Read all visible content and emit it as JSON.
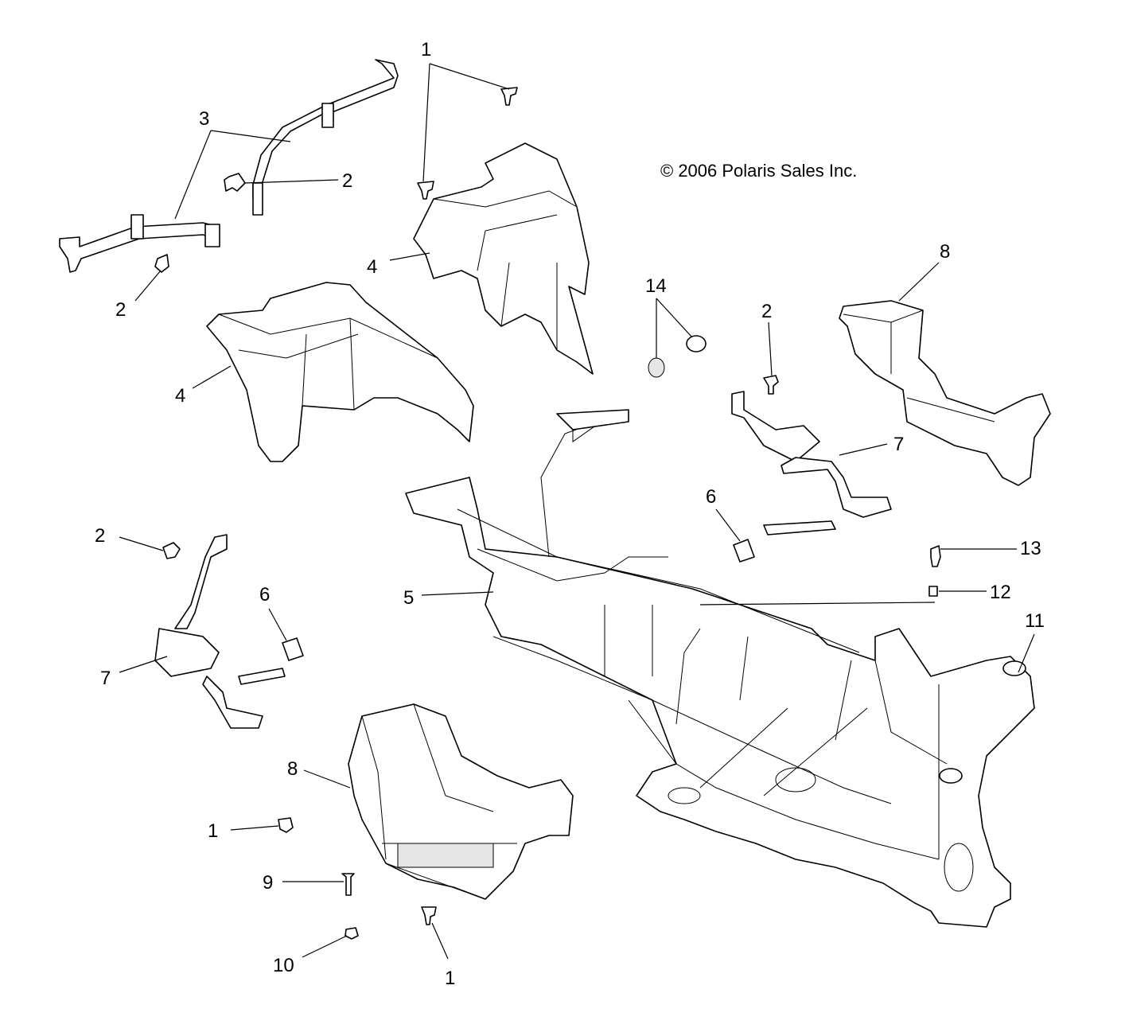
{
  "copyright": "© 2006 Polaris Sales Inc.",
  "callouts": {
    "c1a": "1",
    "c1b": "1",
    "c1c": "1",
    "c2a": "2",
    "c2b": "2",
    "c2c": "2",
    "c2d": "2",
    "c3": "3",
    "c4a": "4",
    "c4b": "4",
    "c5": "5",
    "c6a": "6",
    "c6b": "6",
    "c7a": "7",
    "c7b": "7",
    "c8a": "8",
    "c8b": "8",
    "c9": "9",
    "c10": "10",
    "c11": "11",
    "c12": "12",
    "c13": "13",
    "c14": "14"
  },
  "colors": {
    "line": "#000000",
    "background": "#ffffff",
    "shade": "#e6e6e6"
  }
}
